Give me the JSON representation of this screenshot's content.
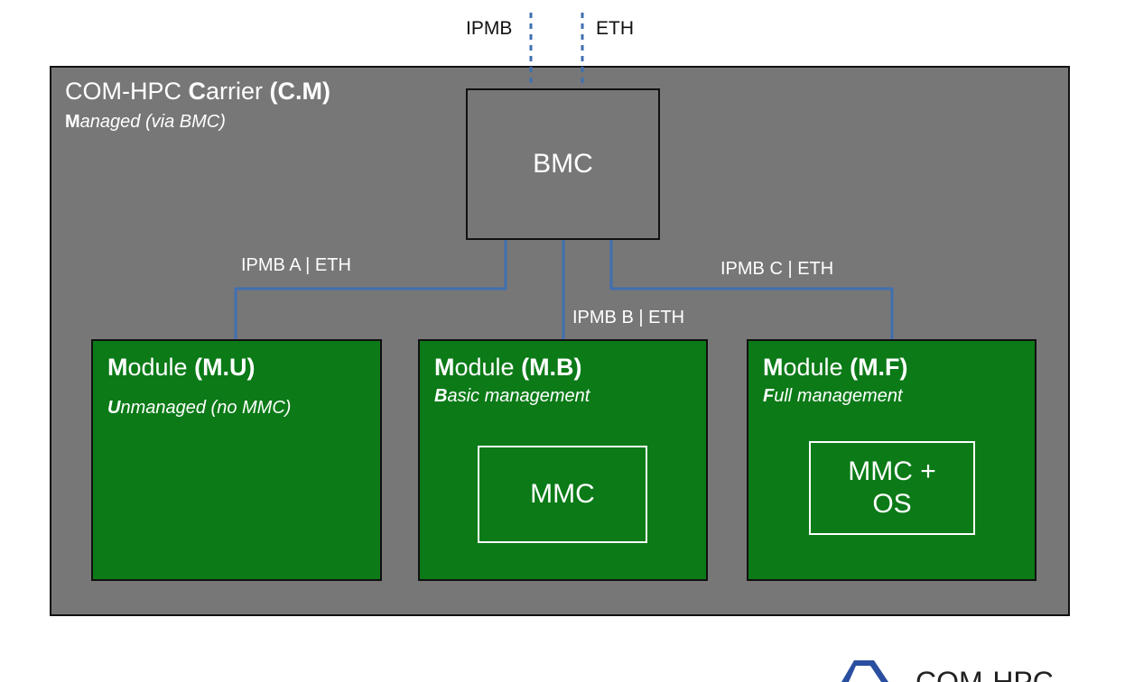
{
  "external": {
    "ipmb": "IPMB",
    "eth": "ETH"
  },
  "carrier": {
    "title_prefix": "COM-HPC ",
    "title_bold_initial": "C",
    "title_rest": "arrier ",
    "title_code": "(C.M)",
    "subtitle_bold_initial": "M",
    "subtitle_rest": "anaged (via BMC)"
  },
  "bmc": {
    "label": "BMC"
  },
  "links": {
    "a": "IPMB A | ETH",
    "b": "IPMB B | ETH",
    "c": "IPMB C | ETH"
  },
  "modules": [
    {
      "initial": "M",
      "rest": "odule ",
      "code": "(M.U)",
      "sub_initial": "U",
      "sub_rest": "nmanaged (no MMC)",
      "inner": ""
    },
    {
      "initial": "M",
      "rest": "odule ",
      "code": "(M.B)",
      "sub_initial": "B",
      "sub_rest": "asic management",
      "inner": "MMC"
    },
    {
      "initial": "M",
      "rest": "odule ",
      "code": "(M.F)",
      "sub_initial": "F",
      "sub_rest": "ull management",
      "inner": "MMC + OS"
    }
  ],
  "logo": {
    "text": "COM-HPC"
  },
  "colors": {
    "carrier": "#777777",
    "module": "#0b7a17",
    "link": "#3f6fb0"
  }
}
